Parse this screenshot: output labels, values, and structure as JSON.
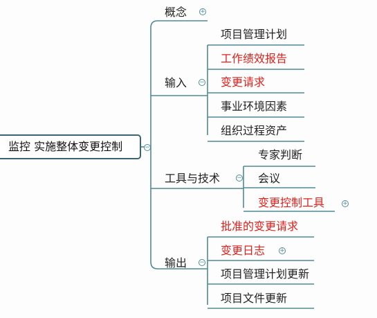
{
  "root": {
    "label": "监控 实施整体变更控制"
  },
  "branches": {
    "concept": {
      "label": "概念"
    },
    "input": {
      "label": "输入",
      "items": [
        "项目管理计划",
        "工作绩效报告",
        "变更请求",
        "事业环境因素",
        "组织过程资产"
      ]
    },
    "tools": {
      "label": "工具与技术",
      "items": [
        "专家判断",
        "会议",
        "变更控制工具"
      ]
    },
    "output": {
      "label": "输出",
      "items": [
        "批准的变更请求",
        "变更日志",
        "项目管理计划更新",
        "项目文件更新"
      ]
    }
  },
  "colors": {
    "line": "#4f8a96",
    "highlight": "#e0201b",
    "text": "#222222",
    "root_border": "#3b6470"
  },
  "icons": {
    "expand": "plus-circle",
    "collapse": "minus-circle"
  }
}
